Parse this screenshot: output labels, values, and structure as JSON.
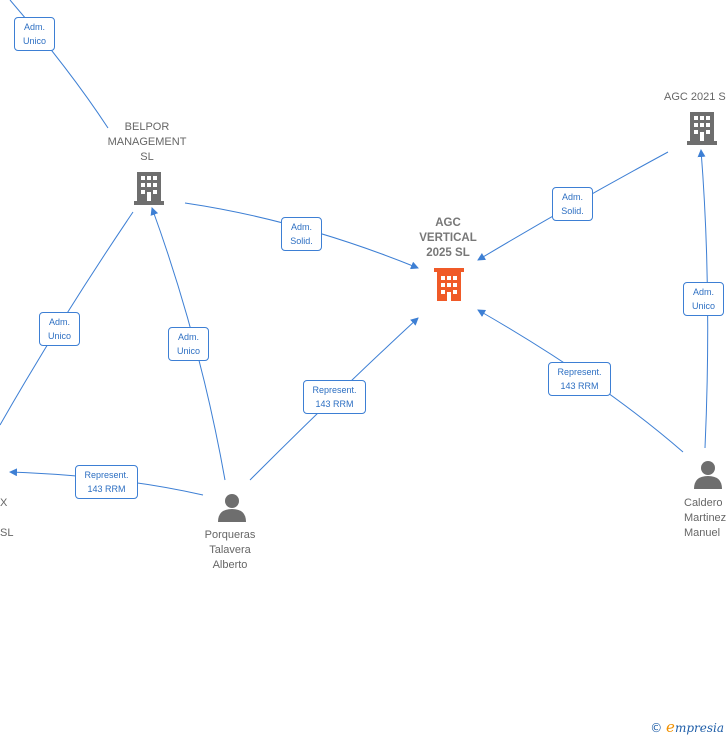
{
  "nodes": {
    "agc_vertical": {
      "label": "AGC\nVERTICAL\n2025  SL",
      "color": "#f05a28"
    },
    "belpor": {
      "label": "BELPOR\nMANAGEMENT\nSL",
      "color": "#6e6e6e"
    },
    "agc_2021": {
      "label": "AGC 2021  S",
      "color": "#6e6e6e"
    },
    "porqueras": {
      "label": "Porqueras\nTalavera\nAlberto"
    },
    "caldero": {
      "label": "Caldero\nMartinez\nManuel"
    },
    "left_partial": {
      "label": "X\n\nSL"
    }
  },
  "edges": {
    "adm_unico_top": "Adm.\nUnico",
    "adm_unico_left": "Adm.\nUnico",
    "adm_unico_porqueras": "Adm.\nUnico",
    "adm_solid_belpor": "Adm.\nSolid.",
    "adm_solid_agc2021": "Adm.\nSolid.",
    "adm_unico_caldero": "Adm.\nUnico",
    "represent_porqueras_agc": "Represent.\n143 RRM",
    "represent_porqueras_left": "Represent.\n143 RRM",
    "represent_caldero_agc": "Represent.\n143 RRM"
  },
  "footer": {
    "copyright": "©",
    "brand_e": "e",
    "brand_rest": "mpresia"
  },
  "colors": {
    "edge": "#3d7fd4",
    "main_node": "#f05a28",
    "node": "#6e6e6e"
  }
}
